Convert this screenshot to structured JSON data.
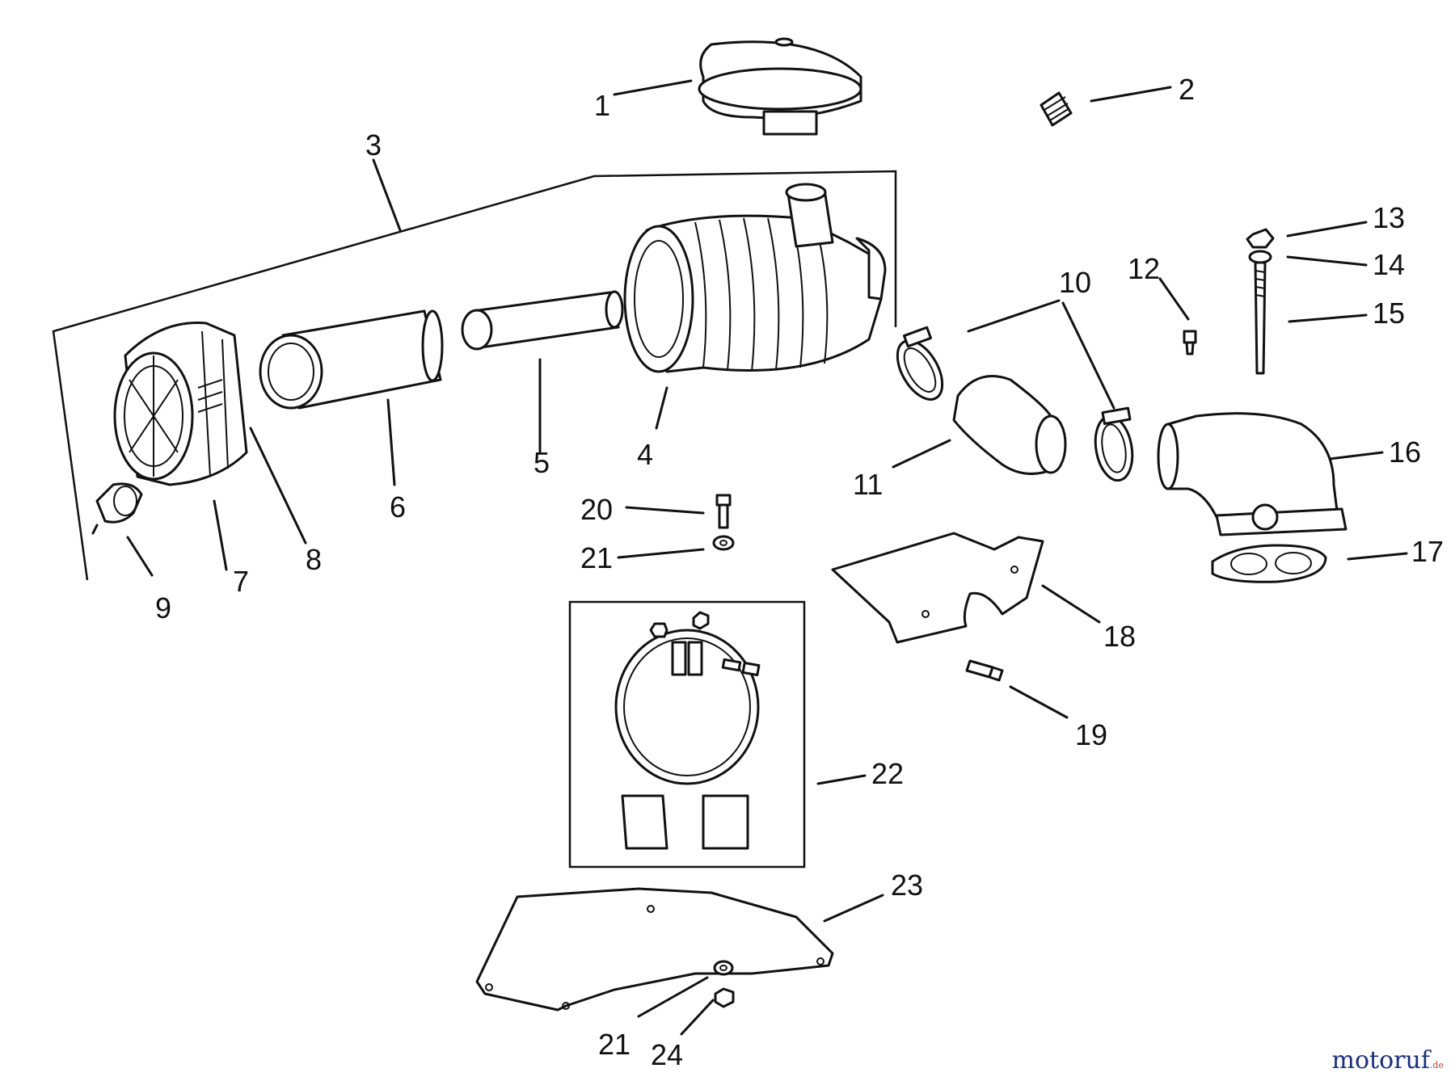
{
  "callouts": [
    "1",
    "2",
    "3",
    "4",
    "5",
    "6",
    "7",
    "8",
    "9",
    "10",
    "11",
    "12",
    "13",
    "14",
    "15",
    "16",
    "17",
    "18",
    "19",
    "20",
    "21",
    "22",
    "23",
    "21",
    "24"
  ],
  "watermark": {
    "main": "motoruf",
    "suffix": ".de"
  },
  "colors": {
    "ink": "#111111",
    "watermark": "#1a2f7a",
    "watermark_accent": "#c0392b"
  }
}
